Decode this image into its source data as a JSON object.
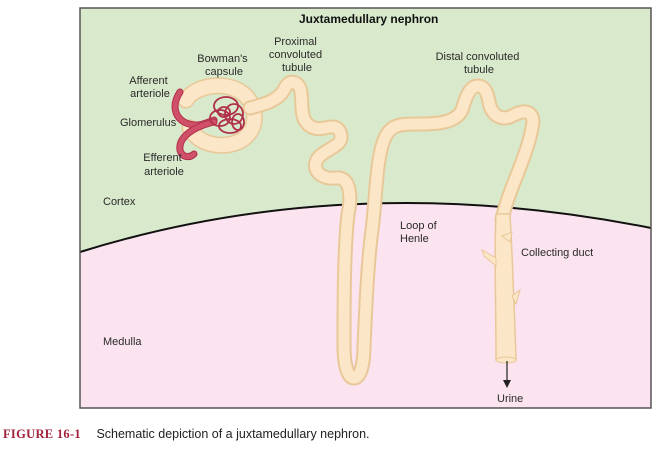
{
  "figure": {
    "title": "Juxtamedullary nephron",
    "caption_number": "FIGURE 16-1",
    "caption_text": "Schematic depiction of a juxtamedullary nephron."
  },
  "regions": {
    "cortex": {
      "label": "Cortex",
      "color": "#d9e9cc"
    },
    "medulla": {
      "label": "Medulla",
      "color": "#fbe4ef"
    }
  },
  "labels": {
    "bowmans_capsule": [
      "Bowman's",
      "capsule"
    ],
    "proximal_tubule": [
      "Proximal",
      "convoluted",
      "tubule"
    ],
    "afferent_arteriole": [
      "Afferent",
      "arteriole"
    ],
    "glomerulus": "Glomerulus",
    "efferent_arteriole": [
      "Efferent",
      "arteriole"
    ],
    "distal_tubule": [
      "Distal convoluted",
      "tubule"
    ],
    "loop_of_henle": [
      "Loop of",
      "Henle"
    ],
    "collecting_duct": "Collecting duct",
    "urine": "Urine"
  },
  "colors": {
    "tubule_fill": "#fbe6c8",
    "tubule_edge": "#e8c898",
    "vessel": "#d0506a",
    "vessel_dark": "#b0304a",
    "border": "#555555",
    "caption_accent": "#a3223b"
  }
}
